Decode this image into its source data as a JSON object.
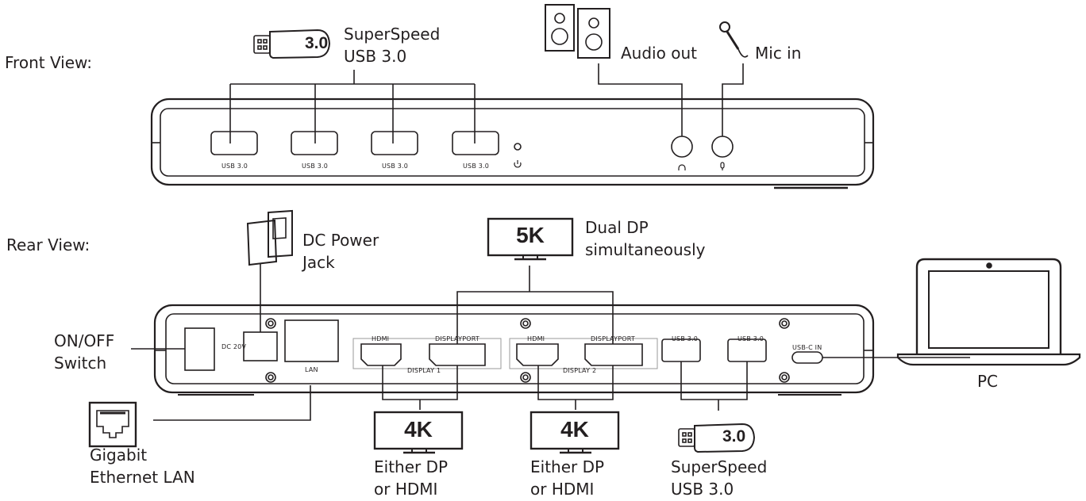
{
  "views": {
    "front": "Front View:",
    "rear": "Rear View:"
  },
  "front_callouts": {
    "usb_title": "SuperSpeed",
    "usb_sub": "USB 3.0",
    "usb_icon_text": "3.0",
    "audio_out": "Audio out",
    "mic_in": "Mic in"
  },
  "front_ports": [
    "USB 3.0",
    "USB 3.0",
    "USB 3.0",
    "USB 3.0"
  ],
  "rear_callouts": {
    "dc_line1": "DC Power",
    "dc_line2": "Jack",
    "switch_line1": "ON/OFF",
    "switch_line2": "Switch",
    "lan_line1": "Gigabit",
    "lan_line2": "Ethernet LAN",
    "dual_line1": "Dual DP",
    "dual_line2": "simultaneously",
    "monitor_5k": "5K",
    "monitor_4k_1": "4K",
    "monitor_4k_2": "4K",
    "either1_line1": "Either DP",
    "either1_line2": "or HDMI",
    "either2_line1": "Either DP",
    "either2_line2": "or HDMI",
    "usb_title": "SuperSpeed",
    "usb_sub": "USB 3.0",
    "usb_icon_text": "3.0",
    "pc": "PC"
  },
  "rear_ports": {
    "dc": "DC 20V",
    "lan": "LAN",
    "hdmi1": "HDMI",
    "dp1": "DISPLAYPORT",
    "display1": "DISPLAY 1",
    "hdmi2": "HDMI",
    "dp2": "DISPLAYPORT",
    "display2": "DISPLAY 2",
    "usb_a": "USB 3.0",
    "usb_b": "USB 3.0",
    "usbc": "USB-C IN"
  }
}
